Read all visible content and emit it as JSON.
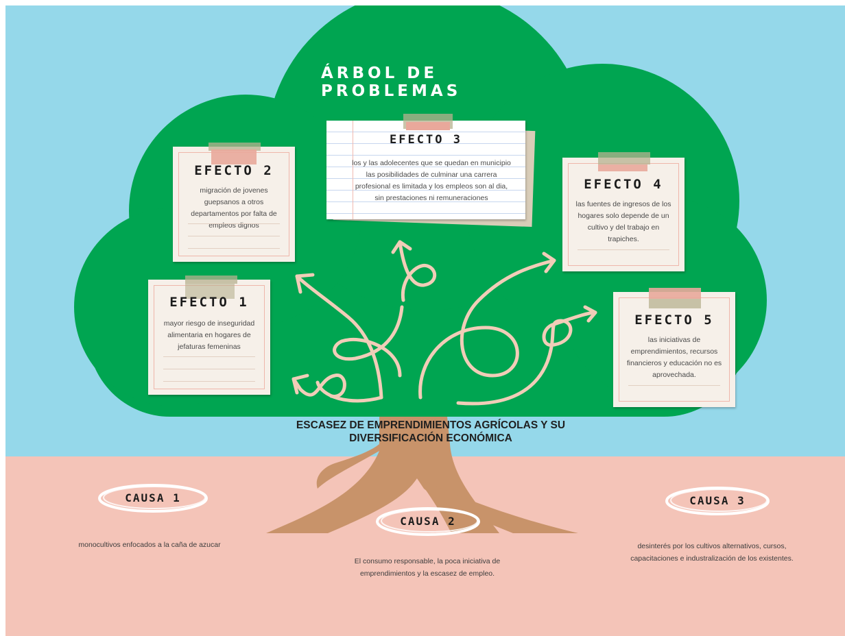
{
  "title": "ÁRBOL DE PROBLEMAS",
  "colors": {
    "sky": "#95d8ea",
    "ground": "#f4c4b8",
    "foliage": "#00a551",
    "trunk": "#c8936a",
    "arrows": "#f1cdb8",
    "note": "#f6f0e9",
    "tape": "#e9a89b"
  },
  "problem": "ESCASEZ DE EMPRENDIMIENTOS AGRÍCOLAS Y SU DIVERSIFICACIÓN ECONÓMICA",
  "effects": [
    {
      "title": "EFECTO 1",
      "text": "mayor riesgo de inseguridad alimentaria en hogares de jefaturas femeninas"
    },
    {
      "title": "EFECTO 2",
      "text": "migración de jovenes guepsanos a otros departamentos por falta de empleos dignos"
    },
    {
      "title": "EFECTO 3",
      "text": "los y las adolecentes que se quedan en municipio las posibilidades de culminar una carrera profesional es limitada y los empleos son al dia, sin prestaciones ni remuneraciones"
    },
    {
      "title": "EFECTO 4",
      "text": "las fuentes de ingresos de los hogares solo depende de un cultivo y del trabajo en trapiches."
    },
    {
      "title": "EFECTO 5",
      "text": "las iniciativas de emprendimientos, recursos financieros y educación no es aprovechada."
    }
  ],
  "causes": [
    {
      "title": "CAUSA 1",
      "text": "monocultivos enfocados a la caña de azucar"
    },
    {
      "title": "CAUSA 2",
      "text": "El consumo responsable, la poca iniciativa de emprendimientos y la escasez de empleo."
    },
    {
      "title": "CAUSA 3",
      "text": "desinterés por los cultivos alternativos, cursos, capacitaciones e industralización de los existentes."
    }
  ]
}
